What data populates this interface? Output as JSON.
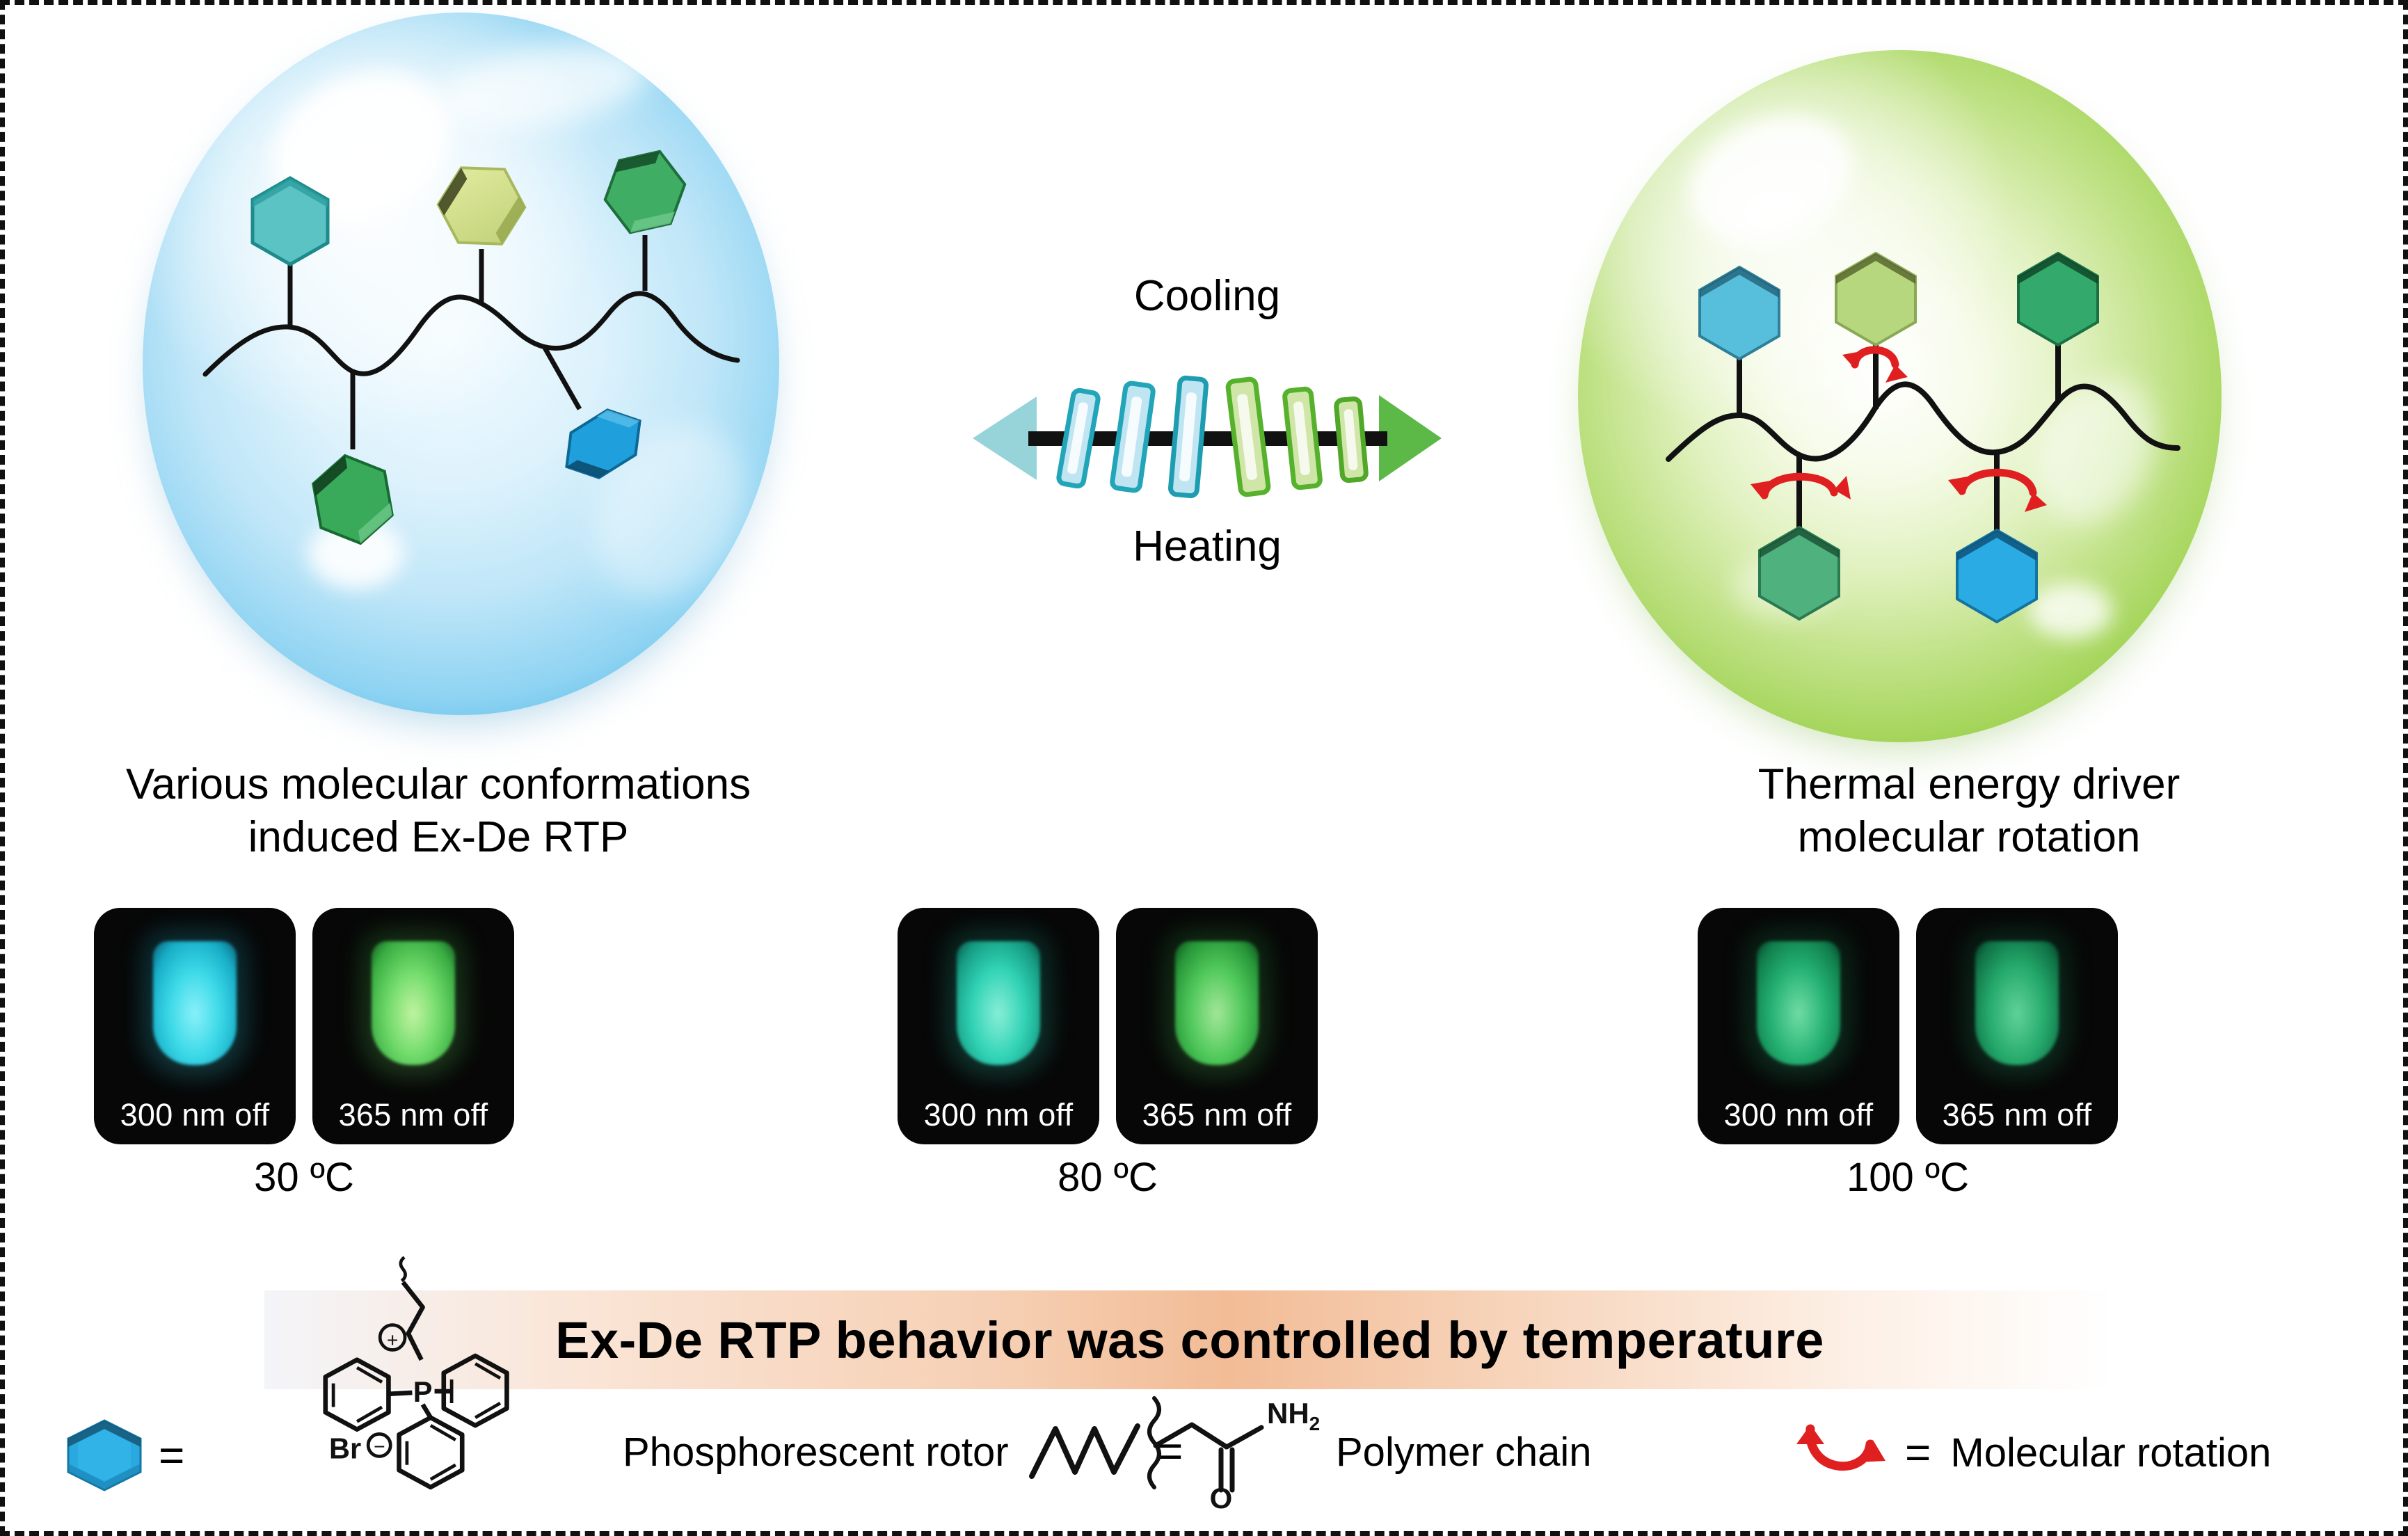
{
  "figure": {
    "border_style": "dashed",
    "background": "#ffffff"
  },
  "left_panel": {
    "sphere_color": "#56b9e9",
    "sphere_name": "blue-bubble",
    "caption": "Various molecular conformations\ninduced Ex-De RTP",
    "rotors": [
      {
        "color": "#58bfc0",
        "tilt": 0,
        "label": "teal-hexagon"
      },
      {
        "color": "#cfdd8c",
        "tilt": -28,
        "label": "light-green-hexagon"
      },
      {
        "color": "#3cab63",
        "tilt": 22,
        "label": "green-hexagon-top-right"
      },
      {
        "color": "#35a552",
        "tilt": -12,
        "label": "green-hexagon-bottom"
      },
      {
        "color": "#1e9cd7",
        "tilt": 58,
        "label": "blue-hexagon"
      }
    ]
  },
  "right_panel": {
    "sphere_color": "#8ac63f",
    "sphere_name": "green-bubble",
    "caption": "Thermal energy driver\nmolecular rotation",
    "rotors": [
      {
        "color": "#55bcd8",
        "label": "cyan-hexagon"
      },
      {
        "color": "#b5d47a",
        "label": "light-green-hexagon"
      },
      {
        "color": "#35a86a",
        "label": "green-hexagon-right"
      },
      {
        "color": "#4cb07c",
        "label": "green-hexagon-bottom"
      },
      {
        "color": "#29a9e0",
        "label": "blue-hexagon-bottom"
      }
    ],
    "rotation_arrow_color": "#e02020",
    "rotation_arrow_count": 3
  },
  "middle": {
    "cooling_label": "Cooling",
    "heating_label": "Heating",
    "arrow_left_color": "#8fd3d8",
    "arrow_right_color": "#5cb947",
    "arrow_shaft_color": "#111111",
    "bar_colors_left": [
      "#25a5b5",
      "#25a5b5",
      "#25a5b5"
    ],
    "bar_colors_right": [
      "#5cb430",
      "#5cb430",
      "#5cb430"
    ]
  },
  "photo_groups": [
    {
      "temperature": "30 ºC",
      "photos": [
        {
          "label": "300 nm off",
          "glow": "#3ad9e8"
        },
        {
          "label": "365 nm off",
          "glow": "#6fdb6a"
        }
      ]
    },
    {
      "temperature": "80 ºC",
      "photos": [
        {
          "label": "300 nm off",
          "glow": "#2fd3b6"
        },
        {
          "label": "365 nm off",
          "glow": "#4fc95a"
        }
      ]
    },
    {
      "temperature": "100 ºC",
      "photos": [
        {
          "label": "300 nm off",
          "glow": "#22b071"
        },
        {
          "label": "365 nm off",
          "glow": "#23a86a"
        }
      ]
    }
  ],
  "banner": {
    "text": "Ex-De RTP behavior was controlled by temperature",
    "gradient_start": "#f4f5f9",
    "gradient_mid": "#f2bc96",
    "gradient_end": "#ffffff"
  },
  "legend": {
    "items": [
      {
        "symbol": "blue-hexagon",
        "equals": "=",
        "structure": "triphenylphosphonium-bromide",
        "structure_atoms": {
          "center": "P",
          "charge": "⊕",
          "counterion": "Br",
          "counter_charge": "⊖"
        },
        "text": "Phosphorescent rotor"
      },
      {
        "symbol": "zigzag-chain",
        "equals": "=",
        "structure": "acrylamide-repeat-unit",
        "structure_atoms": {
          "amide": "NH",
          "amide_sub": "2",
          "carbonyl": "O"
        },
        "text": "Polymer chain"
      },
      {
        "symbol": "red-curved-rotation-arrow",
        "equals": "=",
        "text": "Molecular rotation",
        "color": "#e02020"
      }
    ]
  }
}
